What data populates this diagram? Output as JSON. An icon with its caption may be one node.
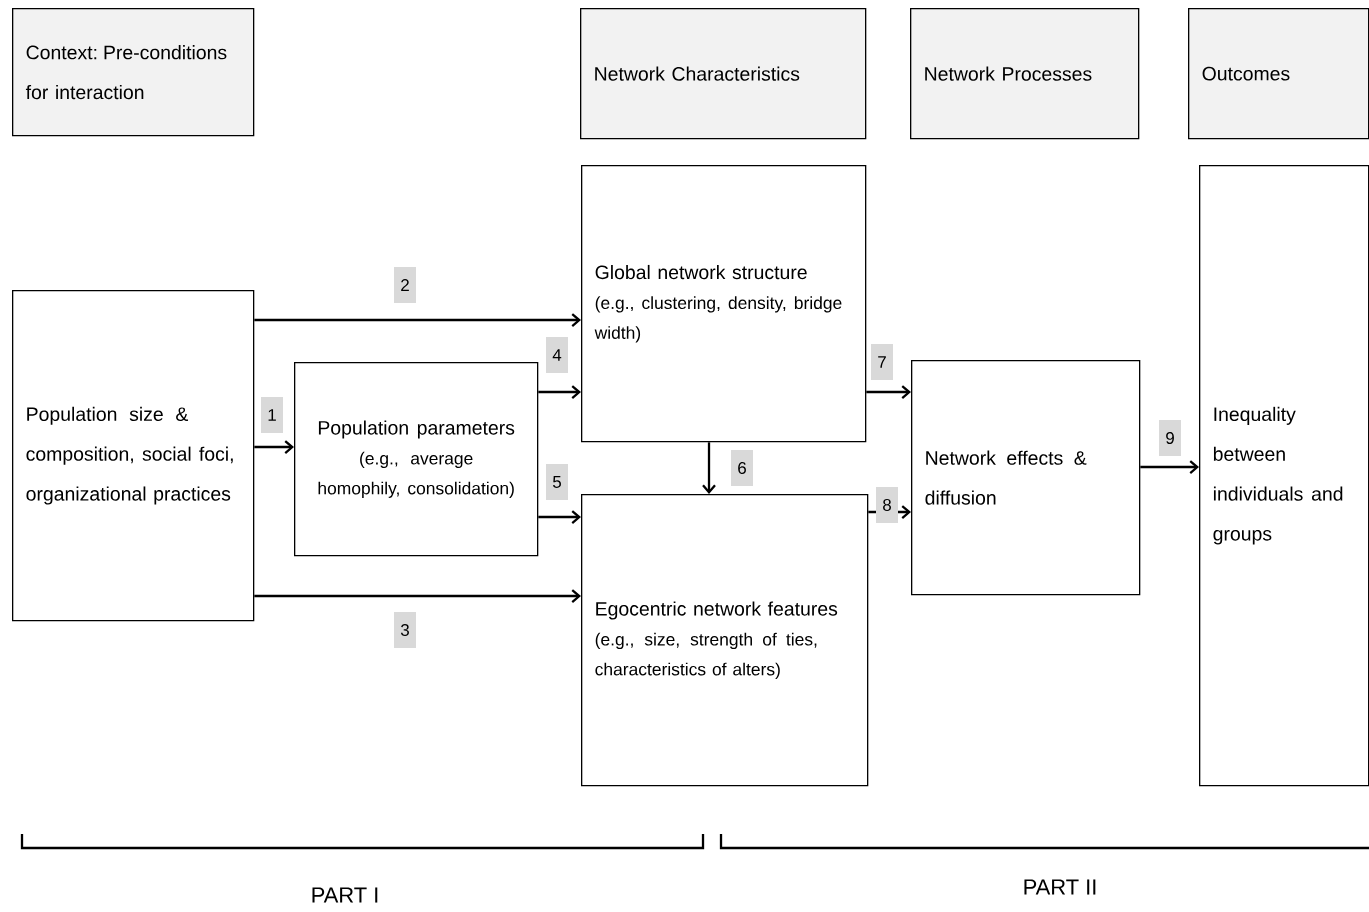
{
  "diagram": {
    "nodes": [
      {
        "text": [
          "Context: Pre-conditions for interaction"
        ]
      },
      {
        "text": [
          "Network Characteristics"
        ]
      },
      {
        "text": [
          "Network Processes"
        ]
      },
      {
        "text": [
          "Outcomes"
        ]
      },
      {
        "text": [
          "Population size & composition, social foci, organizational practices"
        ]
      },
      {
        "text": [
          "Population parameters",
          "(e.g., average homophily, consolidation)"
        ]
      },
      {
        "text": [
          "Global network structure",
          "(e.g., clustering, density, bridge width)"
        ]
      },
      {
        "text": [
          "Egocentric network features",
          "(e.g., size, strength of ties, characteristics of alters)"
        ]
      },
      {
        "text": [
          "Network effects & diffusion"
        ]
      },
      {
        "text": [
          "Inequality between individuals and groups"
        ]
      }
    ],
    "edges": [
      {
        "from": 4,
        "to": 5,
        "arrow": "to",
        "label": "1"
      },
      {
        "from": 4,
        "to": 6,
        "arrow": "to",
        "label": "2"
      },
      {
        "from": 4,
        "to": 7,
        "arrow": "to",
        "label": "3"
      },
      {
        "from": 5,
        "to": 6,
        "arrow": "to",
        "label": "4"
      },
      {
        "from": 5,
        "to": 7,
        "arrow": "to",
        "label": "5"
      },
      {
        "from": 6,
        "to": 7,
        "arrow": "to",
        "label": "6"
      },
      {
        "from": 6,
        "to": 8,
        "arrow": "to",
        "label": "7"
      },
      {
        "from": 7,
        "to": 8,
        "arrow": "to",
        "label": "8"
      },
      {
        "from": 8,
        "to": 9,
        "arrow": "to",
        "label": "9"
      }
    ],
    "labels": [
      "PART I",
      "PART II"
    ]
  }
}
